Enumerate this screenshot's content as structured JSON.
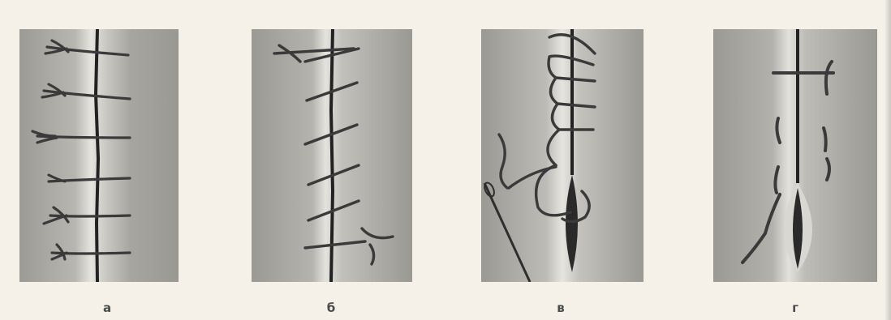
{
  "panels": [
    {
      "id": "a",
      "label": "а"
    },
    {
      "id": "b",
      "label": "б"
    },
    {
      "id": "c",
      "label": "в"
    },
    {
      "id": "d",
      "label": "г"
    }
  ],
  "colors": {
    "panel_background": "#9a9892",
    "skin_highlight": "#e2e0da",
    "thread": "#3a3a3a",
    "label_text": "#4a4a4a"
  }
}
